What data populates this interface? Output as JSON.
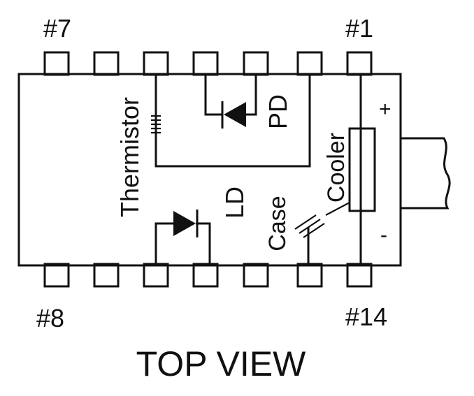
{
  "pins": {
    "top_left_label": "#7",
    "top_right_label": "#1",
    "bottom_left_label": "#8",
    "bottom_right_label": "#14"
  },
  "components": {
    "thermistor": "Thermistor",
    "photodiode": "PD",
    "laser_diode": "LD",
    "case": "Case",
    "cooler": "Cooler"
  },
  "polarity": {
    "plus": "+",
    "minus": "-"
  },
  "caption": "TOP VIEW"
}
